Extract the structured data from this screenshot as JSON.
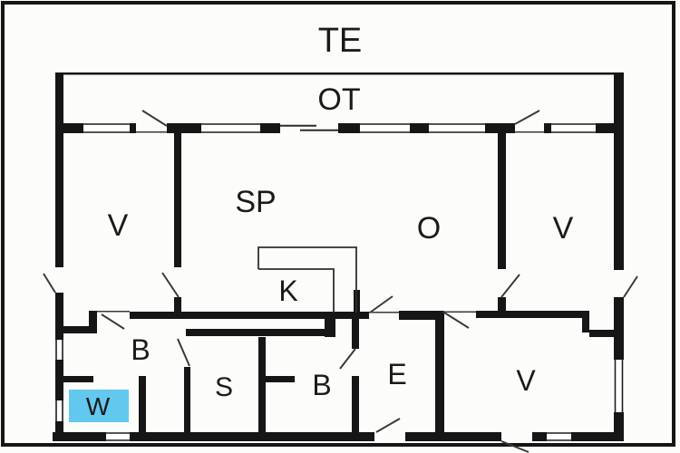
{
  "floor_plan": {
    "labels": {
      "te": "TE",
      "ot": "OT",
      "sp": "SP",
      "v_left": "V",
      "o": "O",
      "v_top_right": "V",
      "k": "K",
      "b_left": "B",
      "s": "S",
      "b_mid": "B",
      "e": "E",
      "v_bottom": "V",
      "w": "W"
    },
    "colors": {
      "wall": "#161616",
      "background": "#fcfcfa",
      "highlight": "#62c8ee",
      "label": "#1b1b1b",
      "door_leaf": "#3a3a3a"
    }
  }
}
